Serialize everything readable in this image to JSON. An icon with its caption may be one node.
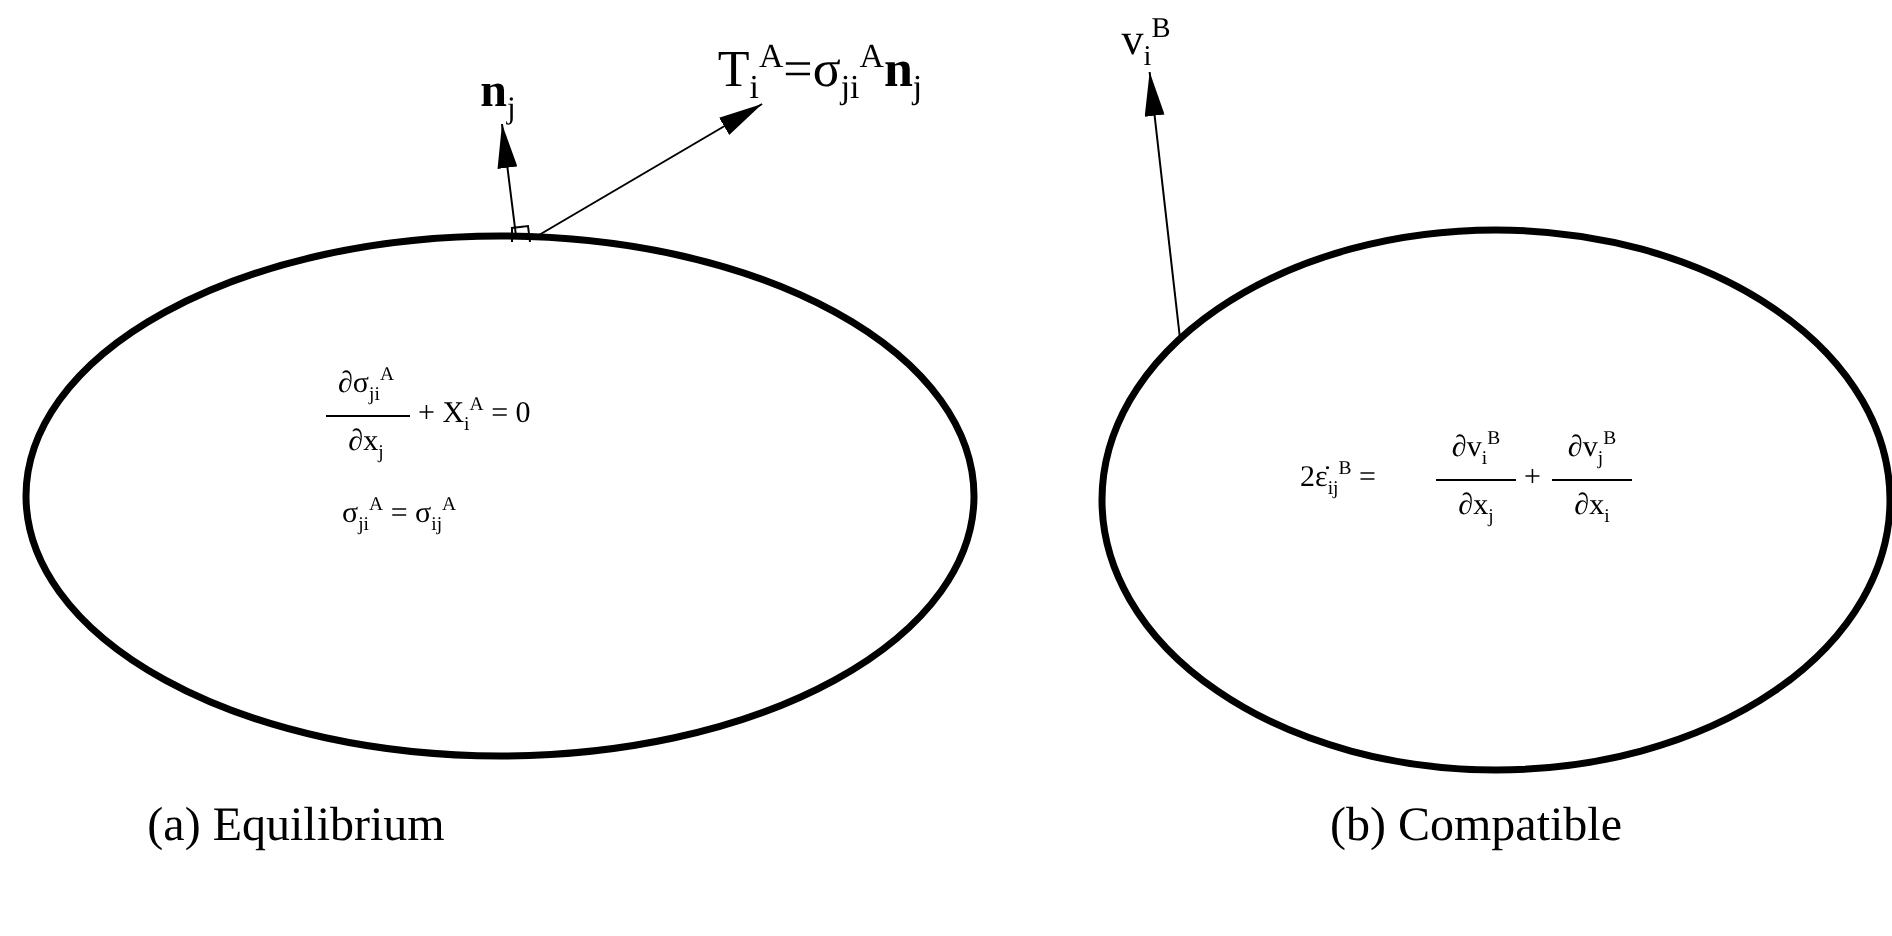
{
  "diagram": {
    "nodes": [
      {
        "text": [
          "∂σ$_{ji}$$^{A}$",
          "∂x$_{j}$",
          "+ X$_{i}$$^{A}$ = 0",
          "σ$_{ji}$$^{A}$ = σ$_{ij}$$^{A}$"
        ]
      },
      {
        "text": [
          "2ε̇$_{ij}$$^{B}$ =",
          "∂v$_{i}$$^{B}$",
          "∂x$_{j}$",
          "+",
          "∂v$_{j}$$^{B}$",
          "∂x$_{i}$"
        ]
      },
      {
        "text": [
          "**n**$_{j}$"
        ]
      },
      {
        "text": [
          "T$_{i}$$^{A}$=σ$_{ji}$$^{A}$**n**$_{j}$"
        ]
      },
      {
        "text": [
          "v$_{i}$$^{B}$"
        ]
      }
    ],
    "edges": [
      {
        "from": 0,
        "to": 2,
        "arrow": "to"
      },
      {
        "from": 0,
        "to": 3,
        "arrow": "to"
      },
      {
        "from": 1,
        "to": 4,
        "arrow": "to"
      }
    ],
    "labels": [
      "(a) Equilibrium",
      "(b) Compatible"
    ]
  }
}
